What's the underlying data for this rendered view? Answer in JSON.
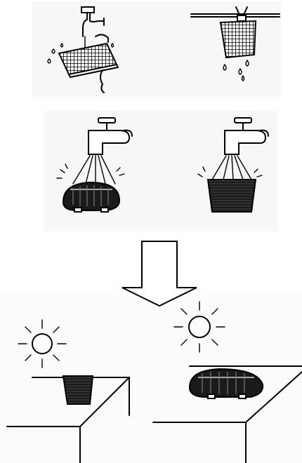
{
  "figure": {
    "panels": [
      {
        "id": "wash-flat-filter",
        "icon": "faucet-rinsing-filter-icon"
      },
      {
        "id": "hang-dry-filter",
        "icon": "hanging-filter-dripping-icon"
      },
      {
        "id": "rinse-oval-filter",
        "icon": "faucet-rinsing-oval-filter-icon"
      },
      {
        "id": "rinse-basket-filter",
        "icon": "faucet-rinsing-basket-filter-icon"
      },
      {
        "id": "arrow",
        "icon": "down-arrow-icon"
      },
      {
        "id": "sun-dry-basket",
        "icon": "sun-drying-basket-filter-icon"
      },
      {
        "id": "sun-dry-oval",
        "icon": "sun-drying-oval-filter-icon"
      }
    ],
    "colors": {
      "ink": "#000000",
      "background": "#ffffff",
      "panel_shade": "#f6f6f6"
    }
  }
}
